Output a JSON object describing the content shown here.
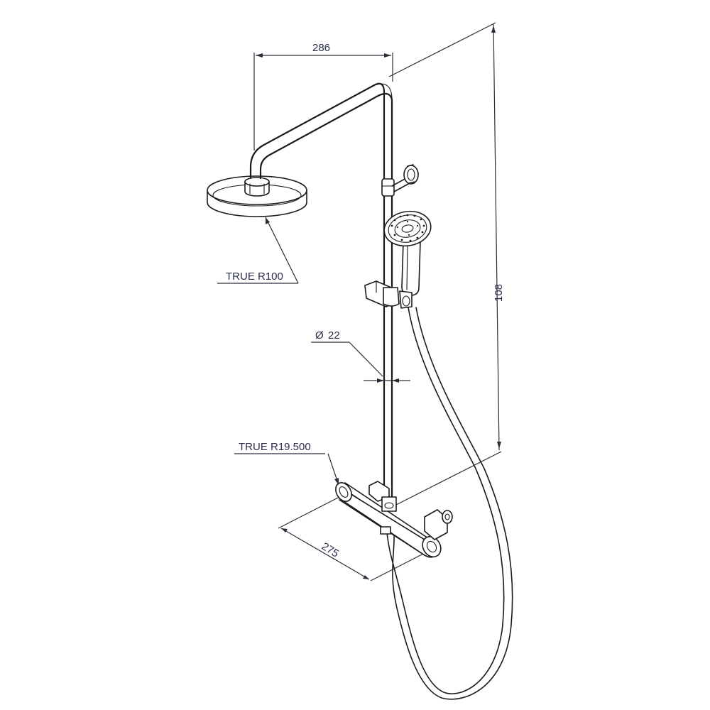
{
  "dimensions": {
    "head_arm_width": "286",
    "head_radius": "TRUE R100",
    "rail_diameter": "22",
    "rail_diameter_symbol": "Ø",
    "rail_height": "108",
    "valve_radius": "TRUE R19.500",
    "valve_width": "275"
  }
}
